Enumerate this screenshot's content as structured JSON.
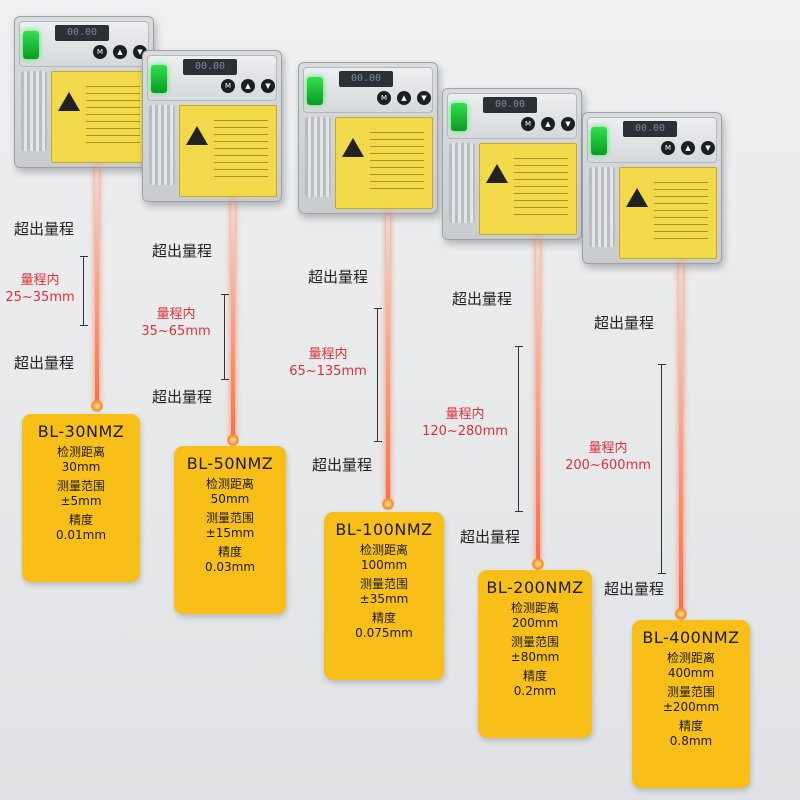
{
  "colors": {
    "card": "#f7bf18",
    "range_text": "#e0313a",
    "beam": "#ff6a2a",
    "led": "#1fbf3a"
  },
  "labels": {
    "out_of_range": "超出量程"
  },
  "products": [
    {
      "model": "BL-30NMZ",
      "range_title": "量程内",
      "range_value": "25~35mm",
      "k1": "检测距离",
      "v1": "30mm",
      "k2": "测量范围",
      "v2": "±5mm",
      "k3": "精度",
      "v3": "0.01mm"
    },
    {
      "model": "BL-50NMZ",
      "range_title": "量程内",
      "range_value": "35~65mm",
      "k1": "检测距离",
      "v1": "50mm",
      "k2": "测量范围",
      "v2": "±15mm",
      "k3": "精度",
      "v3": "0.03mm"
    },
    {
      "model": "BL-100NMZ",
      "range_title": "量程内",
      "range_value": "65~135mm",
      "k1": "检测距离",
      "v1": "100mm",
      "k2": "测量范围",
      "v2": "±35mm",
      "k3": "精度",
      "v3": "0.075mm"
    },
    {
      "model": "BL-200NMZ",
      "range_title": "量程内",
      "range_value": "120~280mm",
      "k1": "检测距离",
      "v1": "200mm",
      "k2": "测量范围",
      "v2": "±80mm",
      "k3": "精度",
      "v3": "0.2mm"
    },
    {
      "model": "BL-400NMZ",
      "range_title": "量程内",
      "range_value": "200~600mm",
      "k1": "检测距离",
      "v1": "400mm",
      "k2": "测量范围",
      "v2": "±200mm",
      "k3": "精度",
      "v3": "0.8mm"
    }
  ],
  "sensor": {
    "display_text": "00.00",
    "btn_m": "M",
    "btn_up": "▲",
    "btn_down": "▼"
  }
}
